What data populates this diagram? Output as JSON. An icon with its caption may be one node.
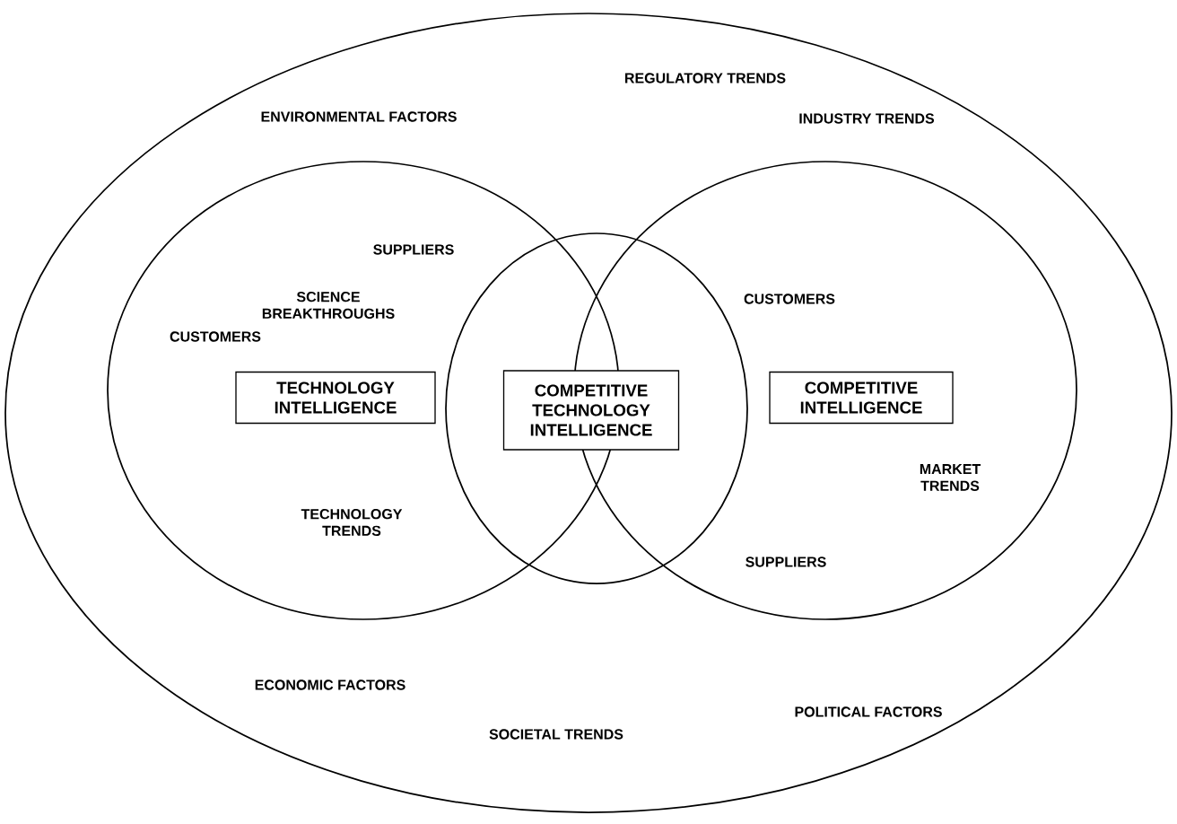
{
  "diagram": {
    "nodes": [
      {
        "text": [
          "REGULATORY TRENDS",
          "ENVIRONMENTAL FACTORS",
          "INDUSTRY TRENDS",
          "ECONOMIC FACTORS",
          "SOCIETAL TRENDS",
          "POLITICAL FACTORS"
        ]
      },
      {
        "text": [
          "SUPPLIERS",
          "SCIENCE BREAKTHROUGHS",
          "CUSTOMERS",
          "TECHNOLOGY TRENDS"
        ],
        "in": 0
      },
      {
        "text": [
          "TECHNOLOGY INTELLIGENCE"
        ],
        "in": 1
      },
      {
        "text": [],
        "shape": "circle",
        "in": 0
      },
      {
        "text": [
          "COMPETITIVE TECHNOLOGY INTELLIGENCE"
        ],
        "in": 3
      },
      {
        "text": [
          "CUSTOMERS",
          "MARKET TRENDS",
          "SUPPLIERS"
        ],
        "in": 0
      },
      {
        "text": [
          "COMPETITIVE INTELLIGENCE"
        ],
        "in": 5
      }
    ]
  }
}
